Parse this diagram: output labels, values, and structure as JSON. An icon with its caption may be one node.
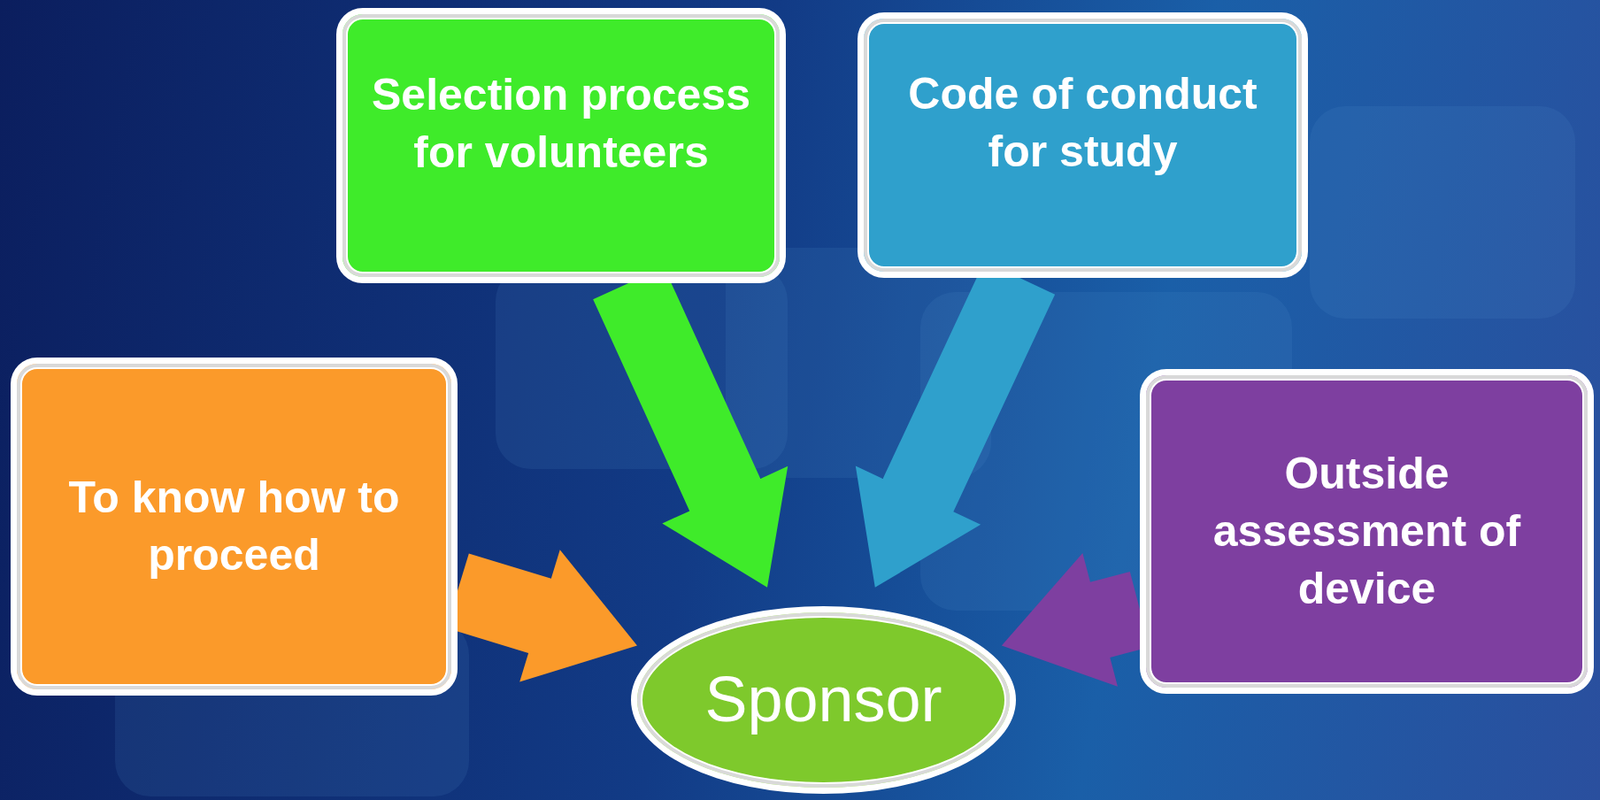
{
  "diagram": {
    "nodes": [
      {
        "text": [
          "Selection process for volunteers"
        ]
      },
      {
        "text": [
          "Code of conduct for study"
        ]
      },
      {
        "text": [
          "To know how to proceed"
        ]
      },
      {
        "text": [
          "Outside assessment of device"
        ]
      },
      {
        "text": [
          "Sponsor"
        ]
      }
    ],
    "edges": [
      {
        "from": 0,
        "to": 4,
        "arrow": "to",
        "style": "thick",
        "color": "#3feb2a"
      },
      {
        "from": 1,
        "to": 4,
        "arrow": "to",
        "style": "thick",
        "color": "#2fa0cc"
      },
      {
        "from": 2,
        "to": 4,
        "arrow": "to",
        "style": "thick",
        "color": "#fb9a2a"
      },
      {
        "from": 3,
        "to": 4,
        "arrow": "to",
        "style": "thick",
        "color": "#7e3fa0"
      }
    ]
  }
}
